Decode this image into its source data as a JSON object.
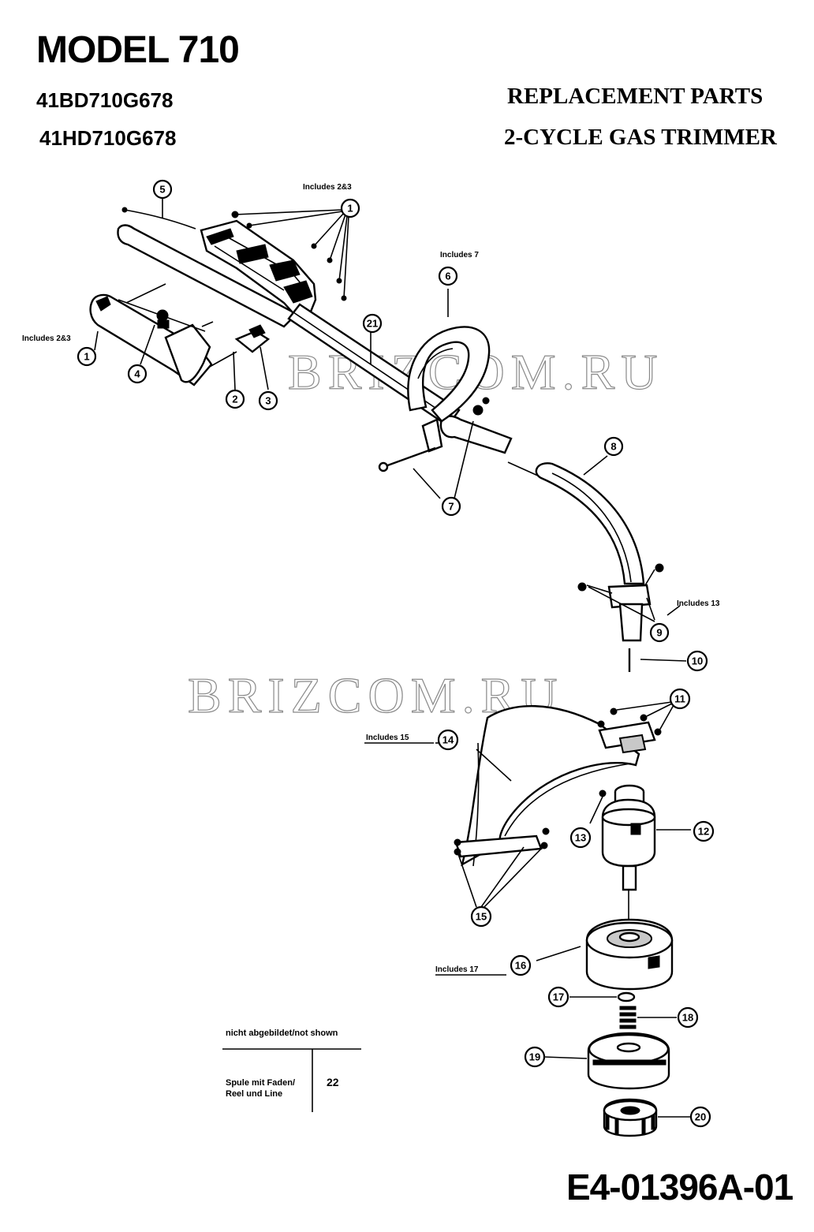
{
  "header": {
    "model": "MODEL 710",
    "part_numbers": [
      "41BD710G678",
      "41HD710G678"
    ],
    "title_line1": "REPLACEMENT PARTS",
    "title_line2": "2-CYCLE GAS TRIMMER"
  },
  "callouts": [
    "1",
    "1",
    "2",
    "3",
    "4",
    "5",
    "6",
    "7",
    "8",
    "9",
    "10",
    "11",
    "12",
    "13",
    "14",
    "15",
    "16",
    "17",
    "18",
    "19",
    "20",
    "21"
  ],
  "notes": {
    "includes_2_3_top": "Includes 2&3",
    "includes_2_3_left": "Includes 2&3",
    "includes_7": "Includes 7",
    "includes_13": "Includes 13",
    "includes_15": "Includes 15",
    "includes_17": "Includes 17"
  },
  "watermark": "BRIZCOM.RU",
  "not_shown": {
    "heading": "nicht abgebildet/not shown",
    "description": "Spule mit Faden/ Reel und Line",
    "number": "22"
  },
  "document_code": "E4-01396A-01"
}
